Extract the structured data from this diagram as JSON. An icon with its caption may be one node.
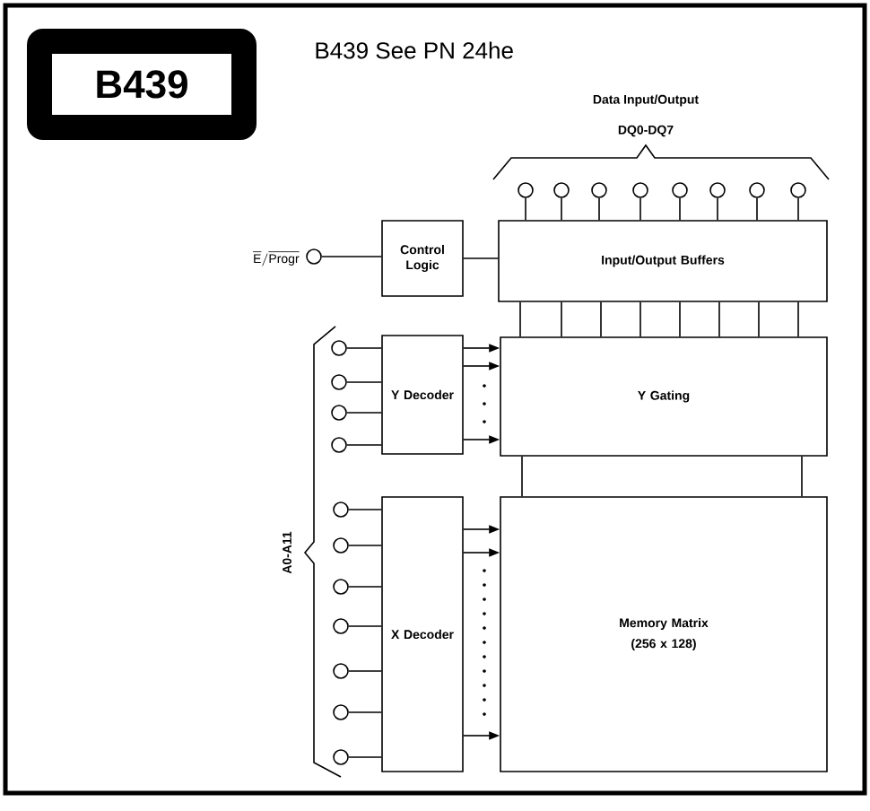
{
  "diagram": {
    "title": "B439 See PN 24he",
    "nodes": [
      {
        "text": [
          "B439"
        ]
      },
      {
        "text": [],
        "shape": "circle"
      },
      {
        "text": [],
        "shape": "circle"
      },
      {
        "text": [],
        "shape": "circle"
      },
      {
        "text": [],
        "shape": "circle"
      },
      {
        "text": [],
        "shape": "circle"
      },
      {
        "text": [],
        "shape": "circle"
      },
      {
        "text": [],
        "shape": "circle"
      },
      {
        "text": [],
        "shape": "circle"
      },
      {
        "text": [],
        "shape": "circle",
        "beside": [
          "\\overline{\\mathrm{E}}/\\overline{\\mathrm{Progr}}"
        ]
      },
      {
        "text": [
          "Control Logic"
        ]
      },
      {
        "text": [
          "Input/Output Buffers"
        ]
      },
      {
        "text": [],
        "shape": "circle"
      },
      {
        "text": [],
        "shape": "circle"
      },
      {
        "text": [],
        "shape": "circle"
      },
      {
        "text": [],
        "shape": "circle"
      },
      {
        "text": [
          "Y Decoder"
        ]
      },
      {
        "text": [
          "Y Gating"
        ]
      },
      {
        "text": [],
        "shape": "circle"
      },
      {
        "text": [],
        "shape": "circle"
      },
      {
        "text": [],
        "shape": "circle"
      },
      {
        "text": [],
        "shape": "circle"
      },
      {
        "text": [],
        "shape": "circle"
      },
      {
        "text": [],
        "shape": "circle"
      },
      {
        "text": [],
        "shape": "circle"
      },
      {
        "text": [
          "X Decoder"
        ]
      },
      {
        "text": [
          "Memory Matrix",
          "(256 x 128)"
        ]
      }
    ],
    "edges": [
      {
        "from": 1,
        "to": 11,
        "arrow": "none"
      },
      {
        "from": 2,
        "to": 11,
        "arrow": "none"
      },
      {
        "from": 3,
        "to": 11,
        "arrow": "none"
      },
      {
        "from": 4,
        "to": 11,
        "arrow": "none"
      },
      {
        "from": 5,
        "to": 11,
        "arrow": "none"
      },
      {
        "from": 6,
        "to": 11,
        "arrow": "none"
      },
      {
        "from": 7,
        "to": 11,
        "arrow": "none"
      },
      {
        "from": 8,
        "to": 11,
        "arrow": "none"
      },
      {
        "from": 9,
        "to": 10,
        "arrow": "none"
      },
      {
        "from": 10,
        "to": 11,
        "arrow": "none"
      },
      {
        "from": 11,
        "to": 17,
        "arrow": "none"
      },
      {
        "from": 11,
        "to": 17,
        "arrow": "none"
      },
      {
        "from": 11,
        "to": 17,
        "arrow": "none"
      },
      {
        "from": 11,
        "to": 17,
        "arrow": "none"
      },
      {
        "from": 11,
        "to": 17,
        "arrow": "none"
      },
      {
        "from": 11,
        "to": 17,
        "arrow": "none"
      },
      {
        "from": 11,
        "to": 17,
        "arrow": "none"
      },
      {
        "from": 11,
        "to": 17,
        "arrow": "none"
      },
      {
        "from": 12,
        "to": 16,
        "arrow": "none"
      },
      {
        "from": 13,
        "to": 16,
        "arrow": "none"
      },
      {
        "from": 14,
        "to": 16,
        "arrow": "none"
      },
      {
        "from": 15,
        "to": 16,
        "arrow": "none"
      },
      {
        "from": 16,
        "to": 17,
        "arrow": "to"
      },
      {
        "from": 16,
        "to": 17,
        "arrow": "to"
      },
      {
        "from": 16,
        "to": 17,
        "arrow": "to"
      },
      {
        "from": 17,
        "to": 26,
        "arrow": "none"
      },
      {
        "from": 17,
        "to": 26,
        "arrow": "none"
      },
      {
        "from": 18,
        "to": 25,
        "arrow": "none"
      },
      {
        "from": 19,
        "to": 25,
        "arrow": "none"
      },
      {
        "from": 20,
        "to": 25,
        "arrow": "none"
      },
      {
        "from": 21,
        "to": 25,
        "arrow": "none"
      },
      {
        "from": 22,
        "to": 25,
        "arrow": "none"
      },
      {
        "from": 23,
        "to": 25,
        "arrow": "none"
      },
      {
        "from": 24,
        "to": 25,
        "arrow": "none"
      },
      {
        "from": 25,
        "to": 26,
        "arrow": "to"
      },
      {
        "from": 25,
        "to": 26,
        "arrow": "to"
      },
      {
        "from": 25,
        "to": 26,
        "arrow": "to"
      }
    ],
    "labels": [
      "Data Input/Output",
      "DQ0-DQ7",
      "A0-A11"
    ]
  }
}
